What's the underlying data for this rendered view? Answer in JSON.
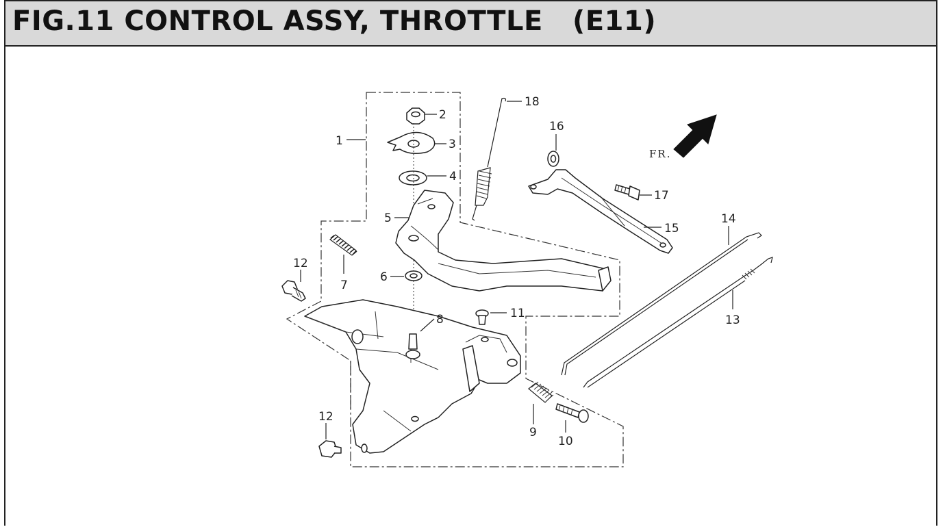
{
  "figure": {
    "title": "FIG.11 CONTROL ASSY, THROTTLE   (E11)",
    "direction_label": "FR."
  },
  "callouts": [
    {
      "number": "1"
    },
    {
      "number": "2"
    },
    {
      "number": "3"
    },
    {
      "number": "4"
    },
    {
      "number": "5"
    },
    {
      "number": "6"
    },
    {
      "number": "7"
    },
    {
      "number": "8"
    },
    {
      "number": "9"
    },
    {
      "number": "10"
    },
    {
      "number": "11"
    },
    {
      "number": "12"
    },
    {
      "number": "12"
    },
    {
      "number": "13"
    },
    {
      "number": "14"
    },
    {
      "number": "15"
    },
    {
      "number": "16"
    },
    {
      "number": "17"
    },
    {
      "number": "18"
    }
  ]
}
